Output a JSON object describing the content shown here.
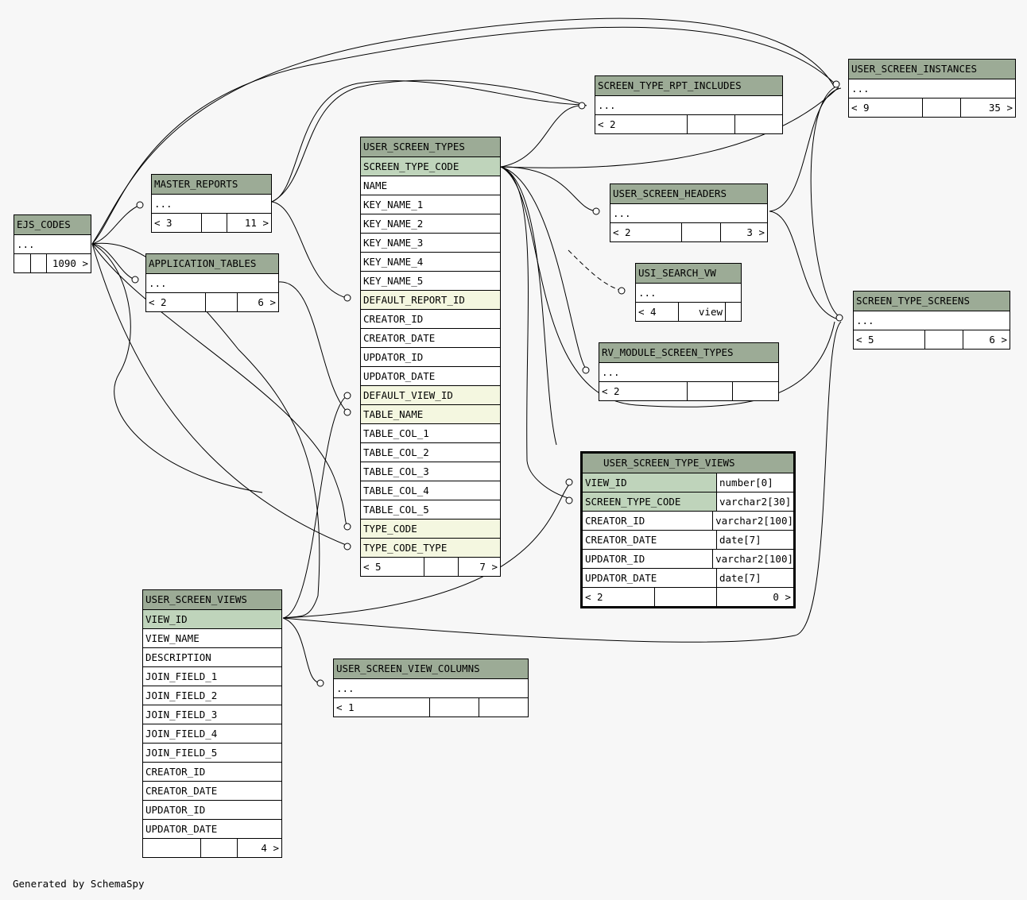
{
  "tables": {
    "ejs_codes": {
      "name": "EJS_CODES",
      "ellipsis": "...",
      "parents": "",
      "children": "1090 >"
    },
    "master_reports": {
      "name": "MASTER_REPORTS",
      "ellipsis": "...",
      "parents": "< 3",
      "children": "11 >"
    },
    "application_tables": {
      "name": "APPLICATION_TABLES",
      "ellipsis": "...",
      "parents": "< 2",
      "children": "6 >"
    },
    "user_screen_types": {
      "name": "USER_SCREEN_TYPES",
      "columns": [
        "SCREEN_TYPE_CODE",
        "NAME",
        "KEY_NAME_1",
        "KEY_NAME_2",
        "KEY_NAME_3",
        "KEY_NAME_4",
        "KEY_NAME_5",
        "DEFAULT_REPORT_ID",
        "CREATOR_ID",
        "CREATOR_DATE",
        "UPDATOR_ID",
        "UPDATOR_DATE",
        "DEFAULT_VIEW_ID",
        "TABLE_NAME",
        "TABLE_COL_1",
        "TABLE_COL_2",
        "TABLE_COL_3",
        "TABLE_COL_4",
        "TABLE_COL_5",
        "TYPE_CODE",
        "TYPE_CODE_TYPE"
      ],
      "parents": "< 5",
      "children": "7 >"
    },
    "screen_type_rpt_includes": {
      "name": "SCREEN_TYPE_RPT_INCLUDES",
      "ellipsis": "...",
      "parents": "< 2"
    },
    "user_screen_headers": {
      "name": "USER_SCREEN_HEADERS",
      "ellipsis": "...",
      "parents": "< 2",
      "children": "3 >"
    },
    "usi_search_vw": {
      "name": "USI_SEARCH_VW",
      "ellipsis": "...",
      "parents": "< 4",
      "type": "view"
    },
    "rv_module_screen_types": {
      "name": "RV_MODULE_SCREEN_TYPES",
      "ellipsis": "...",
      "parents": "< 2"
    },
    "user_screen_instances": {
      "name": "USER_SCREEN_INSTANCES",
      "ellipsis": "...",
      "parents": "< 9",
      "children": "35 >"
    },
    "screen_type_screens": {
      "name": "SCREEN_TYPE_SCREENS",
      "ellipsis": "...",
      "parents": "< 5",
      "children": "6 >"
    },
    "user_screen_type_views": {
      "name": "USER_SCREEN_TYPE_VIEWS",
      "columns": [
        {
          "name": "VIEW_ID",
          "type": "number[0]"
        },
        {
          "name": "SCREEN_TYPE_CODE",
          "type": "varchar2[30]"
        },
        {
          "name": "CREATOR_ID",
          "type": "varchar2[100]"
        },
        {
          "name": "CREATOR_DATE",
          "type": "date[7]"
        },
        {
          "name": "UPDATOR_ID",
          "type": "varchar2[100]"
        },
        {
          "name": "UPDATOR_DATE",
          "type": "date[7]"
        }
      ],
      "parents": "< 2",
      "children": "0 >"
    },
    "user_screen_views": {
      "name": "USER_SCREEN_VIEWS",
      "columns": [
        "VIEW_ID",
        "VIEW_NAME",
        "DESCRIPTION",
        "JOIN_FIELD_1",
        "JOIN_FIELD_2",
        "JOIN_FIELD_3",
        "JOIN_FIELD_4",
        "JOIN_FIELD_5",
        "CREATOR_ID",
        "CREATOR_DATE",
        "UPDATOR_ID",
        "UPDATOR_DATE"
      ],
      "parents": "",
      "children": "4 >"
    },
    "user_screen_view_columns": {
      "name": "USER_SCREEN_VIEW_COLUMNS",
      "ellipsis": "...",
      "parents": "< 1"
    }
  },
  "footer": "Generated by SchemaSpy",
  "colors": {
    "header": "#9cab96",
    "primary_key": "#bfd4bb",
    "foreign_key": "#f4f7e0",
    "background": "#f7f7f7"
  }
}
